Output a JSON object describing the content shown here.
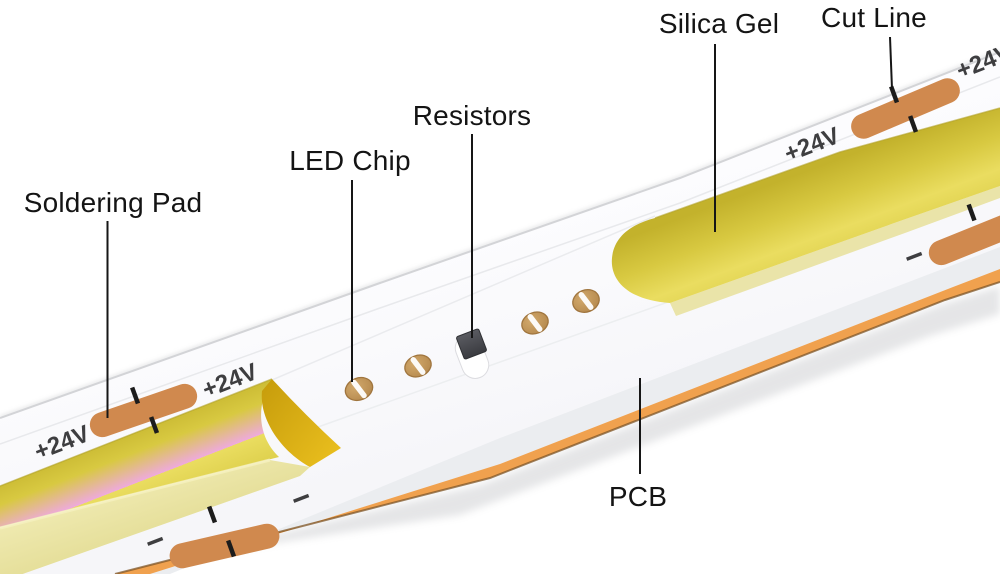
{
  "diagram": {
    "type": "labeled-illustration",
    "subject": "COB LED strip structure",
    "labels": {
      "soldering_pad": "Soldering Pad",
      "led_chip": "LED Chip",
      "resistors": "Resistors",
      "silica_gel": "Silica Gel",
      "cut_line": "Cut Line",
      "pcb": "PCB"
    },
    "markings": {
      "positive_voltage": "+24V",
      "negative": "−"
    },
    "colors": {
      "pad_orange": "#d0894e",
      "gel_yellow": "#ddcf45",
      "gel_cut_face_gold": "#d9a713",
      "adhesive_orange": "#f0a14e",
      "silkscreen_gray": "#3e3e40",
      "label_black": "#161616",
      "pcb_white": "#fbfbfd"
    }
  }
}
